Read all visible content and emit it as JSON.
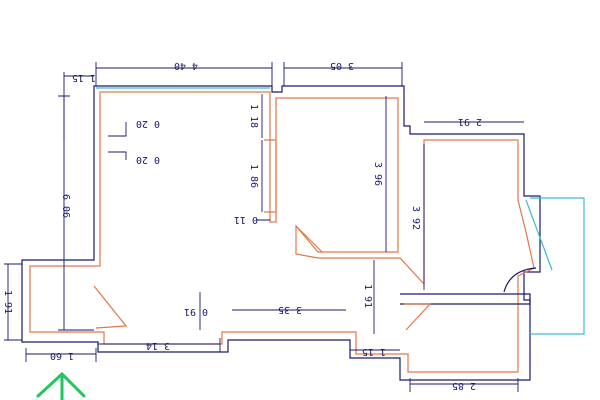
{
  "dimensions": {
    "top_left_width": "4 40",
    "top_right_width": "3 05",
    "corner_top": "1 15",
    "left_height": "6 06",
    "small_a": "0 20",
    "small_b": "0 20",
    "partition_top": "1 18",
    "partition_mid": "1 86",
    "partition_small": "0 11",
    "right_room_height": "3 96",
    "far_right_width": "2 91",
    "far_right_height": "3 92",
    "left_stub_height": "1 91",
    "bottom_left_width": "1 60",
    "bottom_mid_width": "3 14",
    "step_height": "0 91",
    "bottom_center_width": "3 35",
    "center_height": "1 91",
    "bottom_step": "1 15",
    "bottom_right_width": "2 85"
  }
}
